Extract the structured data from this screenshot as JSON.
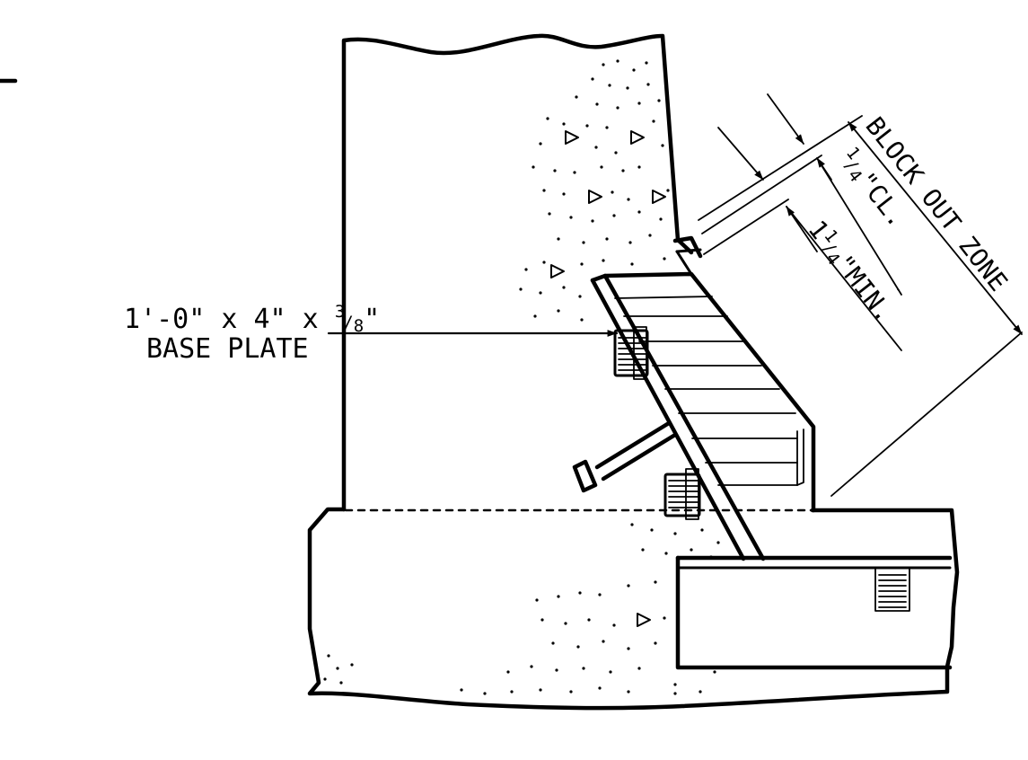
{
  "base_plate": {
    "line1_prefix": "1'-0\" x  4\" x  ",
    "line1_num": "3",
    "line1_den": "8",
    "line1_suffix": "\"",
    "line2": "BASE PLATE"
  },
  "dimensions": {
    "block_out": "BLOCK OUT ZONE",
    "clear_num": "1",
    "clear_den": "4",
    "clear_suffix": "\"CL.",
    "min_whole": "1",
    "min_num": "1",
    "min_den": "4",
    "min_suffix": "\"MIN."
  },
  "colors": {
    "ink": "#000000",
    "paper": "#ffffff"
  }
}
